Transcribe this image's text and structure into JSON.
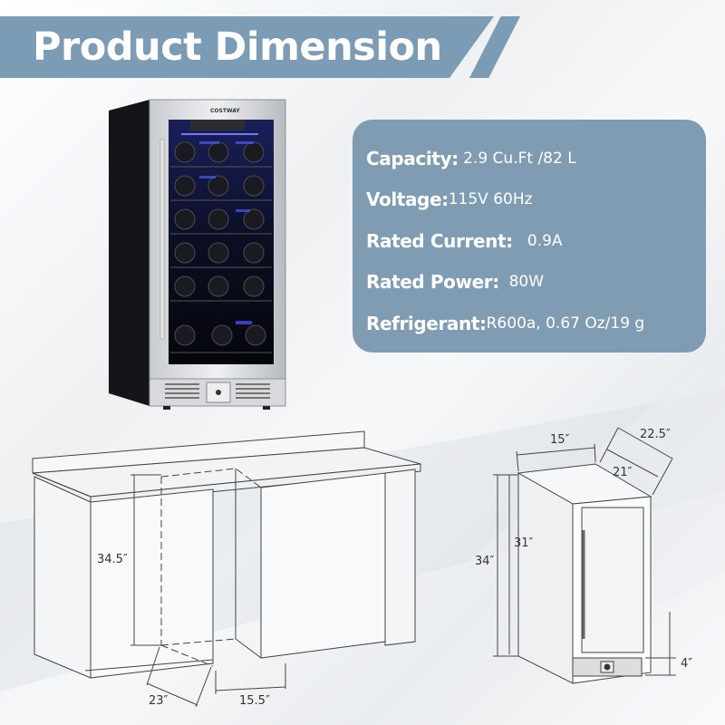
{
  "header": {
    "title": "Product Dimension",
    "accent_color": "#7c9bb4"
  },
  "specs": {
    "card_color": "#7f9cb3",
    "items": [
      {
        "label": "Capacity:",
        "value": " 2.9 Cu.Ft /82 L"
      },
      {
        "label": "Voltage:",
        "value": "115V 60Hz"
      },
      {
        "label": "Rated Current:",
        "value": "   0.9A"
      },
      {
        "label": "Rated Power:",
        "value": "  80W"
      },
      {
        "label": "Refrigerant:",
        "value": "R600a, 0.67 Oz/19 g"
      }
    ]
  },
  "product_image": {
    "brand": "COSTWAY",
    "shelves": 6,
    "icon": "wine-fridge-icon"
  },
  "installation_diagram": {
    "height": "34.5″",
    "depth": "23″",
    "width": "15.5″"
  },
  "unit_diagram": {
    "width": "15″",
    "depth_total": "22.5″",
    "depth_body": "21″",
    "height_total": "34″",
    "height_body": "31″",
    "kick_plate": "4″"
  }
}
